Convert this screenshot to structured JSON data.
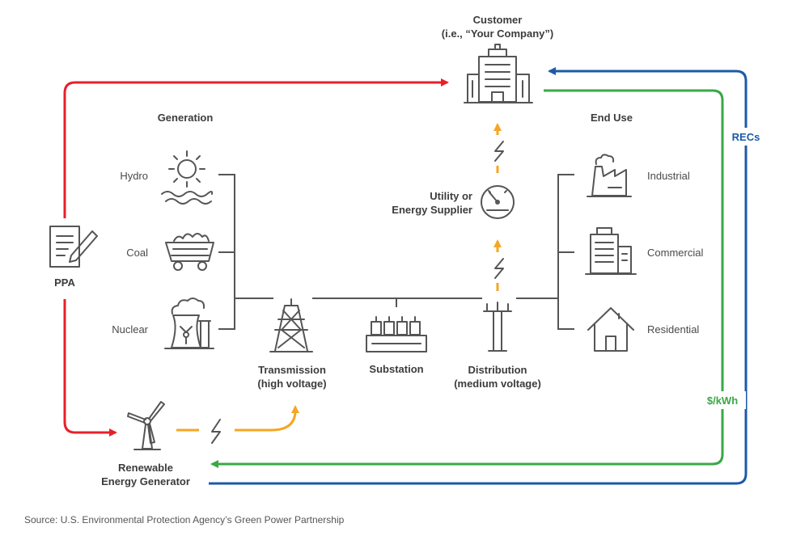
{
  "customer": {
    "line1": "Customer",
    "line2": "(i.e., “Your Company”)"
  },
  "generation": {
    "title": "Generation",
    "sources": [
      {
        "label": "Hydro"
      },
      {
        "label": "Coal"
      },
      {
        "label": "Nuclear"
      }
    ]
  },
  "end_use": {
    "title": "End Use",
    "items": [
      {
        "label": "Industrial"
      },
      {
        "label": "Commercial"
      },
      {
        "label": "Residential"
      }
    ]
  },
  "ppa": {
    "label": "PPA"
  },
  "utility": {
    "line1": "Utility or",
    "line2": "Energy Supplier"
  },
  "grid": {
    "transmission": {
      "line1": "Transmission",
      "line2": "(high voltage)"
    },
    "substation": {
      "label": "Substation"
    },
    "distribution": {
      "line1": "Distribution",
      "line2": "(medium voltage)"
    }
  },
  "renewable": {
    "line1": "Renewable",
    "line2": "Energy Generator"
  },
  "flows": {
    "recs": {
      "label": "RECs",
      "color": "#1b5aa8"
    },
    "payment": {
      "label": "$/kWh",
      "color": "#39a846"
    },
    "contract": {
      "color": "#e8202a"
    },
    "electricity": {
      "color": "#f5a623"
    }
  },
  "source_note": "Source: U.S. Environmental Protection Agency’s Green Power Partnership",
  "icons": [
    "building-icon",
    "sun-water-icon",
    "coal-cart-icon",
    "nuclear-plant-icon",
    "document-pen-icon",
    "wind-turbine-icon",
    "transmission-tower-icon",
    "substation-icon",
    "distribution-pole-icon",
    "meter-icon",
    "factory-icon",
    "office-tower-icon",
    "house-icon",
    "lightning-icon"
  ]
}
